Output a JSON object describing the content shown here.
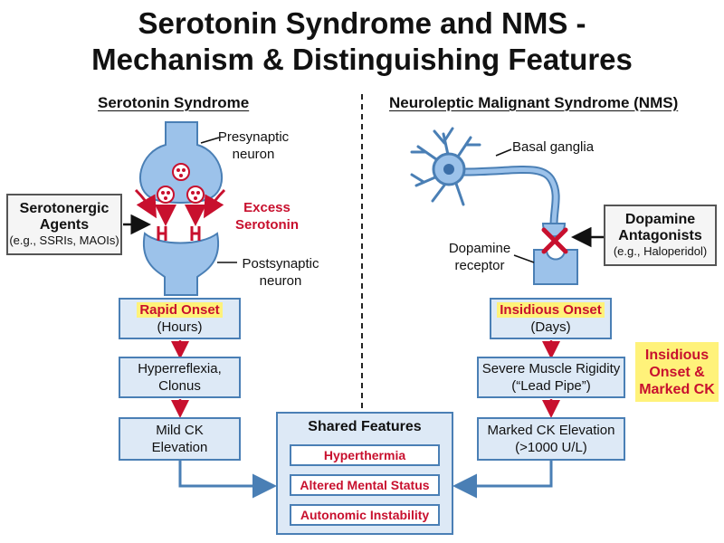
{
  "title": {
    "line1": "Serotonin Syndrome and NMS -",
    "line2": "Mechanism & Distinguishing Features"
  },
  "serotonin": {
    "heading": "Serotonin Syndrome",
    "presynaptic_label": [
      "Presynaptic",
      "neuron"
    ],
    "postsynaptic_label": [
      "Postsynaptic",
      "neuron"
    ],
    "excess_label": [
      "Excess",
      "Serotonin"
    ],
    "agent": {
      "name": [
        "Serotonergic",
        "Agents"
      ],
      "examples": "(e.g., SSRIs, MAOIs)"
    },
    "onset": {
      "highlight": "Rapid Onset",
      "detail": "(Hours)"
    },
    "signs": [
      "Hyperreflexia,",
      "Clonus"
    ],
    "ck": [
      "Mild CK",
      "Elevation"
    ]
  },
  "nms": {
    "heading": "Neuroleptic Malignant Syndrome (NMS)",
    "basal_ganglia_label": "Basal ganglia",
    "receptor_label": [
      "Dopamine",
      "receptor"
    ],
    "agent": {
      "name": [
        "Dopamine",
        "Antagonists"
      ],
      "examples": "(e.g., Haloperidol)"
    },
    "onset": {
      "highlight": "Insidious Onset",
      "detail": "(Days)"
    },
    "signs": [
      "Severe Muscle Rigidity",
      "(“Lead Pipe”)"
    ],
    "ck": [
      "Marked CK Elevation",
      "(>1000 U/L)"
    ],
    "callout": [
      "Insidious",
      "Onset &",
      "Marked CK"
    ]
  },
  "shared": {
    "title": "Shared Features",
    "items": [
      "Hyperthermia",
      "Altered Mental Status",
      "Autonomic Instability"
    ]
  },
  "colors": {
    "box_fill": "#dde9f6",
    "box_border": "#4a7fb5",
    "neuron_fill": "#9cc2ea",
    "accent_red": "#c8102e",
    "highlight_yellow": "#fff27a"
  }
}
